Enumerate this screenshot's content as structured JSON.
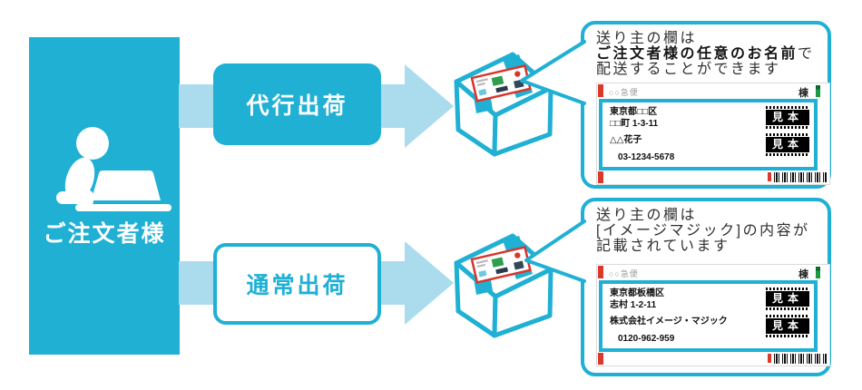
{
  "colors": {
    "teal": "#1fb0d4",
    "light_blue": "#abdcee",
    "red": "#da392c",
    "green": "#1d9a44",
    "green_dark": "#0e6b2f",
    "ink": "#2f2f2f",
    "gray": "#9a9a9a"
  },
  "orderer": {
    "label": "ご注文者様"
  },
  "flows": [
    {
      "button_label": "代行出荷",
      "callout": {
        "line1": "送り主の欄は",
        "line2_bold": "ご注文者様の任意のお名前",
        "line2_tail": "で",
        "line3": "配送することができます"
      },
      "slip": {
        "courier": "○○急便",
        "corner_mark": "棟",
        "addr1": "東京都□□区",
        "addr2": "□□町 1-3-11",
        "sender_name": "△△花子",
        "tel": "03-1234-5678",
        "stamp": "見本"
      }
    },
    {
      "button_label": "通常出荷",
      "callout": {
        "line1": "送り主の欄は",
        "line2": "[イメージマジック]の内容が",
        "line3": "記載されています"
      },
      "slip": {
        "courier": "○○急便",
        "corner_mark": "棟",
        "addr1": "東京都板橋区",
        "addr2": "志村 1-2-11",
        "sender_name": "株式会社イメージ・マジック",
        "tel": "0120-962-959",
        "stamp": "見本"
      }
    }
  ]
}
